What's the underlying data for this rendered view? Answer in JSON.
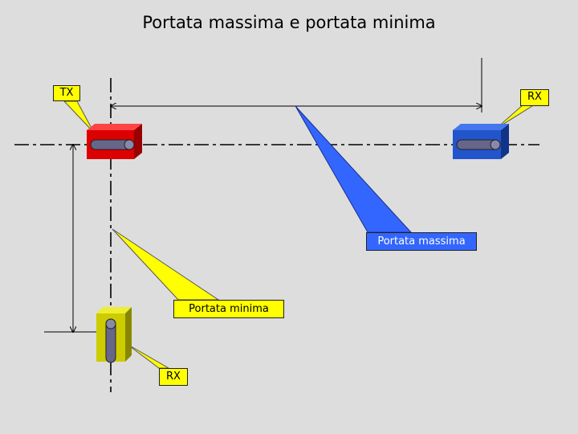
{
  "title": "Portata massima e portata minima",
  "labels": {
    "tx": "TX",
    "rx_far": "RX",
    "rx_near": "RX",
    "max_range": "Portata massima",
    "min_range": "Portata minima"
  },
  "colors": {
    "background": "#dddddd",
    "transmitter": "#dd0000",
    "receiver_far": "#2255cc",
    "receiver_near": "#cccc00",
    "callout_yellow": "#ffff00",
    "callout_blue": "#3366ff"
  }
}
